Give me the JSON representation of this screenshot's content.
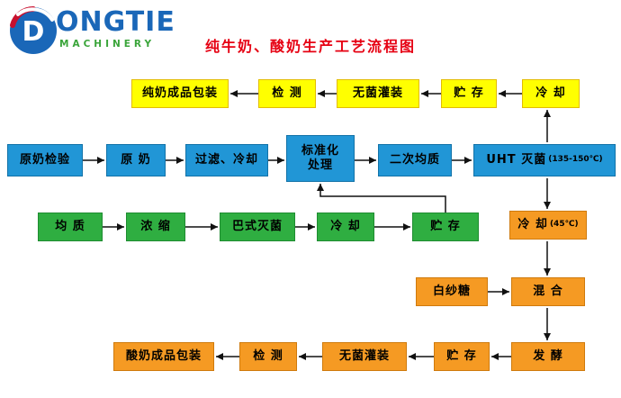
{
  "logo": {
    "monogram": "D",
    "wordmark": "ONGTIE",
    "subtitle": "MACHINERY"
  },
  "title": "纯牛奶、酸奶生产工艺流程图",
  "colors": {
    "yellow": "#ffff00",
    "blue": "#2196d6",
    "green": "#2fae41",
    "orange": "#f59a23",
    "arrow": "#111111",
    "title-red": "#e60012",
    "brand-blue": "#1a67b8",
    "brand-green": "#3aa53a"
  },
  "nodes": {
    "pure_pack": "纯奶成品包装",
    "pure_test": "检 测",
    "pure_fill": "无菌灌装",
    "pure_store": "贮 存",
    "pure_cool": "冷 却",
    "raw_check": "原奶检验",
    "raw_milk": "原 奶",
    "filter_cool": "过滤、冷却",
    "standardize_line1": "标准化",
    "standardize_line2": "处理",
    "homogenize2": "二次均质",
    "uht": "UHT 灭菌",
    "uht_temp": "(135-150℃)",
    "homogenize": "均 质",
    "concentrate": "浓 缩",
    "pasteurize": "巴式灭菌",
    "cool": "冷 却",
    "store": "贮 存",
    "cool45": "冷 却",
    "cool45_temp": "(45℃)",
    "sugar": "白纱糖",
    "mix": "混 合",
    "ferment": "发 酵",
    "yogurt_pack": "酸奶成品包装",
    "yogurt_test": "检 测",
    "yogurt_fill": "无菌灌装",
    "yogurt_store": "贮 存"
  }
}
